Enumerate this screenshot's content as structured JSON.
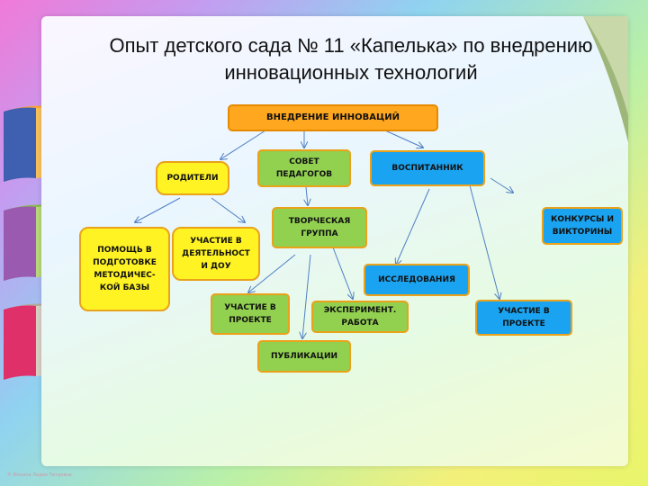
{
  "slide": {
    "title": "Опыт детского сада № 11 «Капелька» по внедрению инновационных технологий",
    "copyright": "© Фокина Лидия Петровна"
  },
  "nodes": {
    "root": "ВНЕДРЕНИЕ ИННОВАЦИЙ",
    "parents": "РОДИТЕЛИ",
    "council": "СОВЕТ ПЕДАГОГОВ",
    "pupil": "ВОСПИТАННИК",
    "help": "ПОМОЩЬ В ПОДГОТОВКЕ МЕТОДИЧЕС-КОЙ БАЗЫ",
    "participation_dou": "УЧАСТИЕ В ДЕЯТЕЛЬНОСТ И ДОУ",
    "creative_group": "ТВОРЧЕСКАЯ ГРУППА",
    "research": "ИССЛЕДОВАНИЯ",
    "contests": "КОНКУРСЫ И ВИКТОРИНЫ",
    "project_left": "УЧАСТИЕ В ПРОЕКТЕ",
    "experiment": "ЭКСПЕРИМЕНТ. РАБОТА",
    "project_right": "УЧАСТИЕ В ПРОЕКТЕ",
    "publications": "ПУБЛИКАЦИИ"
  },
  "colors": {
    "connector": "#4f7fc4",
    "orange": "#ffb23b",
    "yellow": "#fff323",
    "green": "#92d050",
    "blue": "#1aa3f0"
  }
}
